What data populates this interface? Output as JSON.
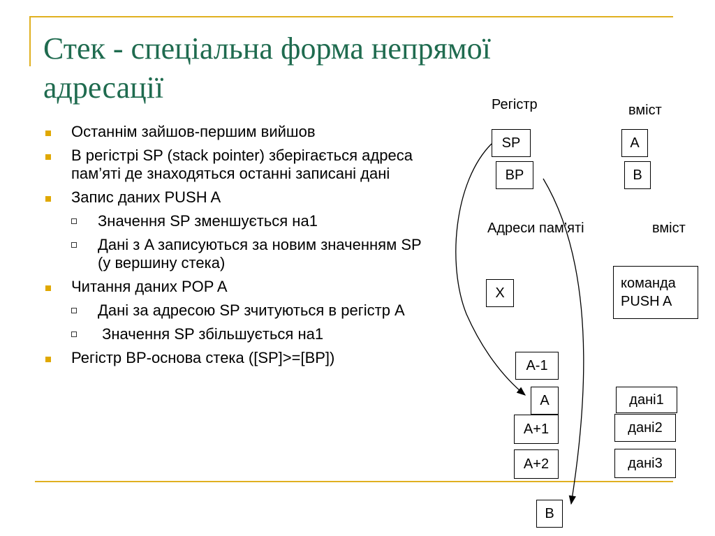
{
  "title": "Стек - спеціальна форма непрямої адресації",
  "bullets": {
    "b1": "Останнім зайшов-першим вийшов",
    "b2": "В регістрі SP (stack pointer) зберігається адреса пам’яті де знаходяться останні записані дані",
    "b3": "Запис даних PUSH A",
    "b3_s1": "Значення SP зменшується на1",
    "b3_s2": "Дані з A записуються за новим значенням SP (у вершину стека)",
    "b4": "Читання даних POP A",
    "b4_s1": "Дані за адресою SP зчитуються в регістр A",
    "b4_s2": " Значення SP збільшується на1",
    "b5": "Регістр BP-основа стека ([SP]>=[BP])"
  },
  "diagram": {
    "register_header": "Регістр",
    "content_header_1": "вміст",
    "memory_header": "Адреси пам’яті",
    "content_header_2": "вміст",
    "reg_sp": "SP",
    "reg_bp": "BP",
    "val_a": "A",
    "val_b": "B",
    "addr_x": "X",
    "cmd_line1": "команда",
    "cmd_line2": "PUSH A",
    "addr_a_minus_1": "A-1",
    "addr_a": "A",
    "addr_a_plus_1": "A+1",
    "addr_a_plus_2": "A+2",
    "data1": "дані1",
    "data2": "дані2",
    "data3": "дані3",
    "addr_b": "B"
  }
}
